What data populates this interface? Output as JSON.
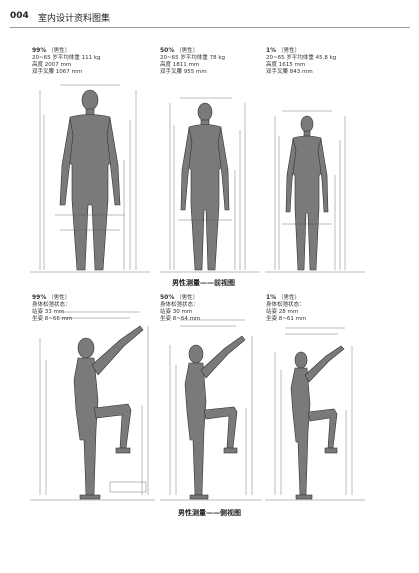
{
  "header": {
    "page_number": "004",
    "book_title": "室内设计资料图集"
  },
  "front_view": {
    "caption": "男性测量——前视图",
    "figures": [
      {
        "percentile": "99%",
        "sex": "〔男性〕",
        "lines": [
          "20~65 岁平均体重 111 kg",
          "高度 2007 mm",
          "双手叉腰 1067 mm"
        ]
      },
      {
        "percentile": "50%",
        "sex": "〔男性〕",
        "lines": [
          "20~65 岁平均体重 78 kg",
          "高度 1811 mm",
          "双手叉腰 955 mm"
        ]
      },
      {
        "percentile": "1%",
        "sex": "〔男性〕",
        "lines": [
          "20~65 岁平均体重 45.8 kg",
          "高度 1615 mm",
          "双手叉腰 843 mm"
        ]
      }
    ]
  },
  "side_view": {
    "caption": "男性测量——侧视图",
    "figures": [
      {
        "percentile": "99%",
        "sex": "〔男性〕",
        "lines": [
          "身体松弛状态：",
          "站姿 33 mm",
          "坐姿 8~66 mm"
        ]
      },
      {
        "percentile": "50%",
        "sex": "〔男性〕",
        "lines": [
          "身体松弛状态：",
          "站姿 30 mm",
          "坐姿 8~64 mm"
        ]
      },
      {
        "percentile": "1%",
        "sex": "〔男性〕",
        "lines": [
          "身体松弛状态：",
          "站姿 28 mm",
          "坐姿 8~61 mm"
        ]
      }
    ]
  }
}
